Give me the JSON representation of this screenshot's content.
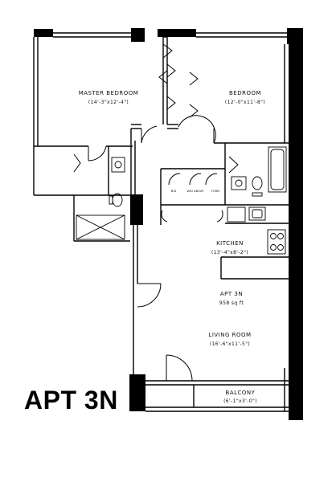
{
  "plan_title": "APT 3N",
  "rooms": {
    "master_bedroom": {
      "name": "MASTER BEDROOM",
      "dims": "(14'-3\"x12'-4\")"
    },
    "bedroom": {
      "name": "BEDROOM",
      "dims": "(12'-0\"x11'-8\")"
    },
    "kitchen": {
      "name": "KITCHEN",
      "dims": "(13'-4\"x8'-2\")"
    },
    "apartment": {
      "name": "APT 3N",
      "area": "958 sq ft"
    },
    "living_room": {
      "name": "LIVING ROOM",
      "dims": "(16'-6\"x11'-5\")"
    },
    "balcony": {
      "name": "BALCONY",
      "dims": "(6'-1\"x3'-0\")"
    }
  },
  "closets": {
    "bd": "B/D",
    "wd_above": "W/D ABOVE",
    "furn": "FURN"
  },
  "colors": {
    "wall": "#000000",
    "background": "#ffffff"
  }
}
